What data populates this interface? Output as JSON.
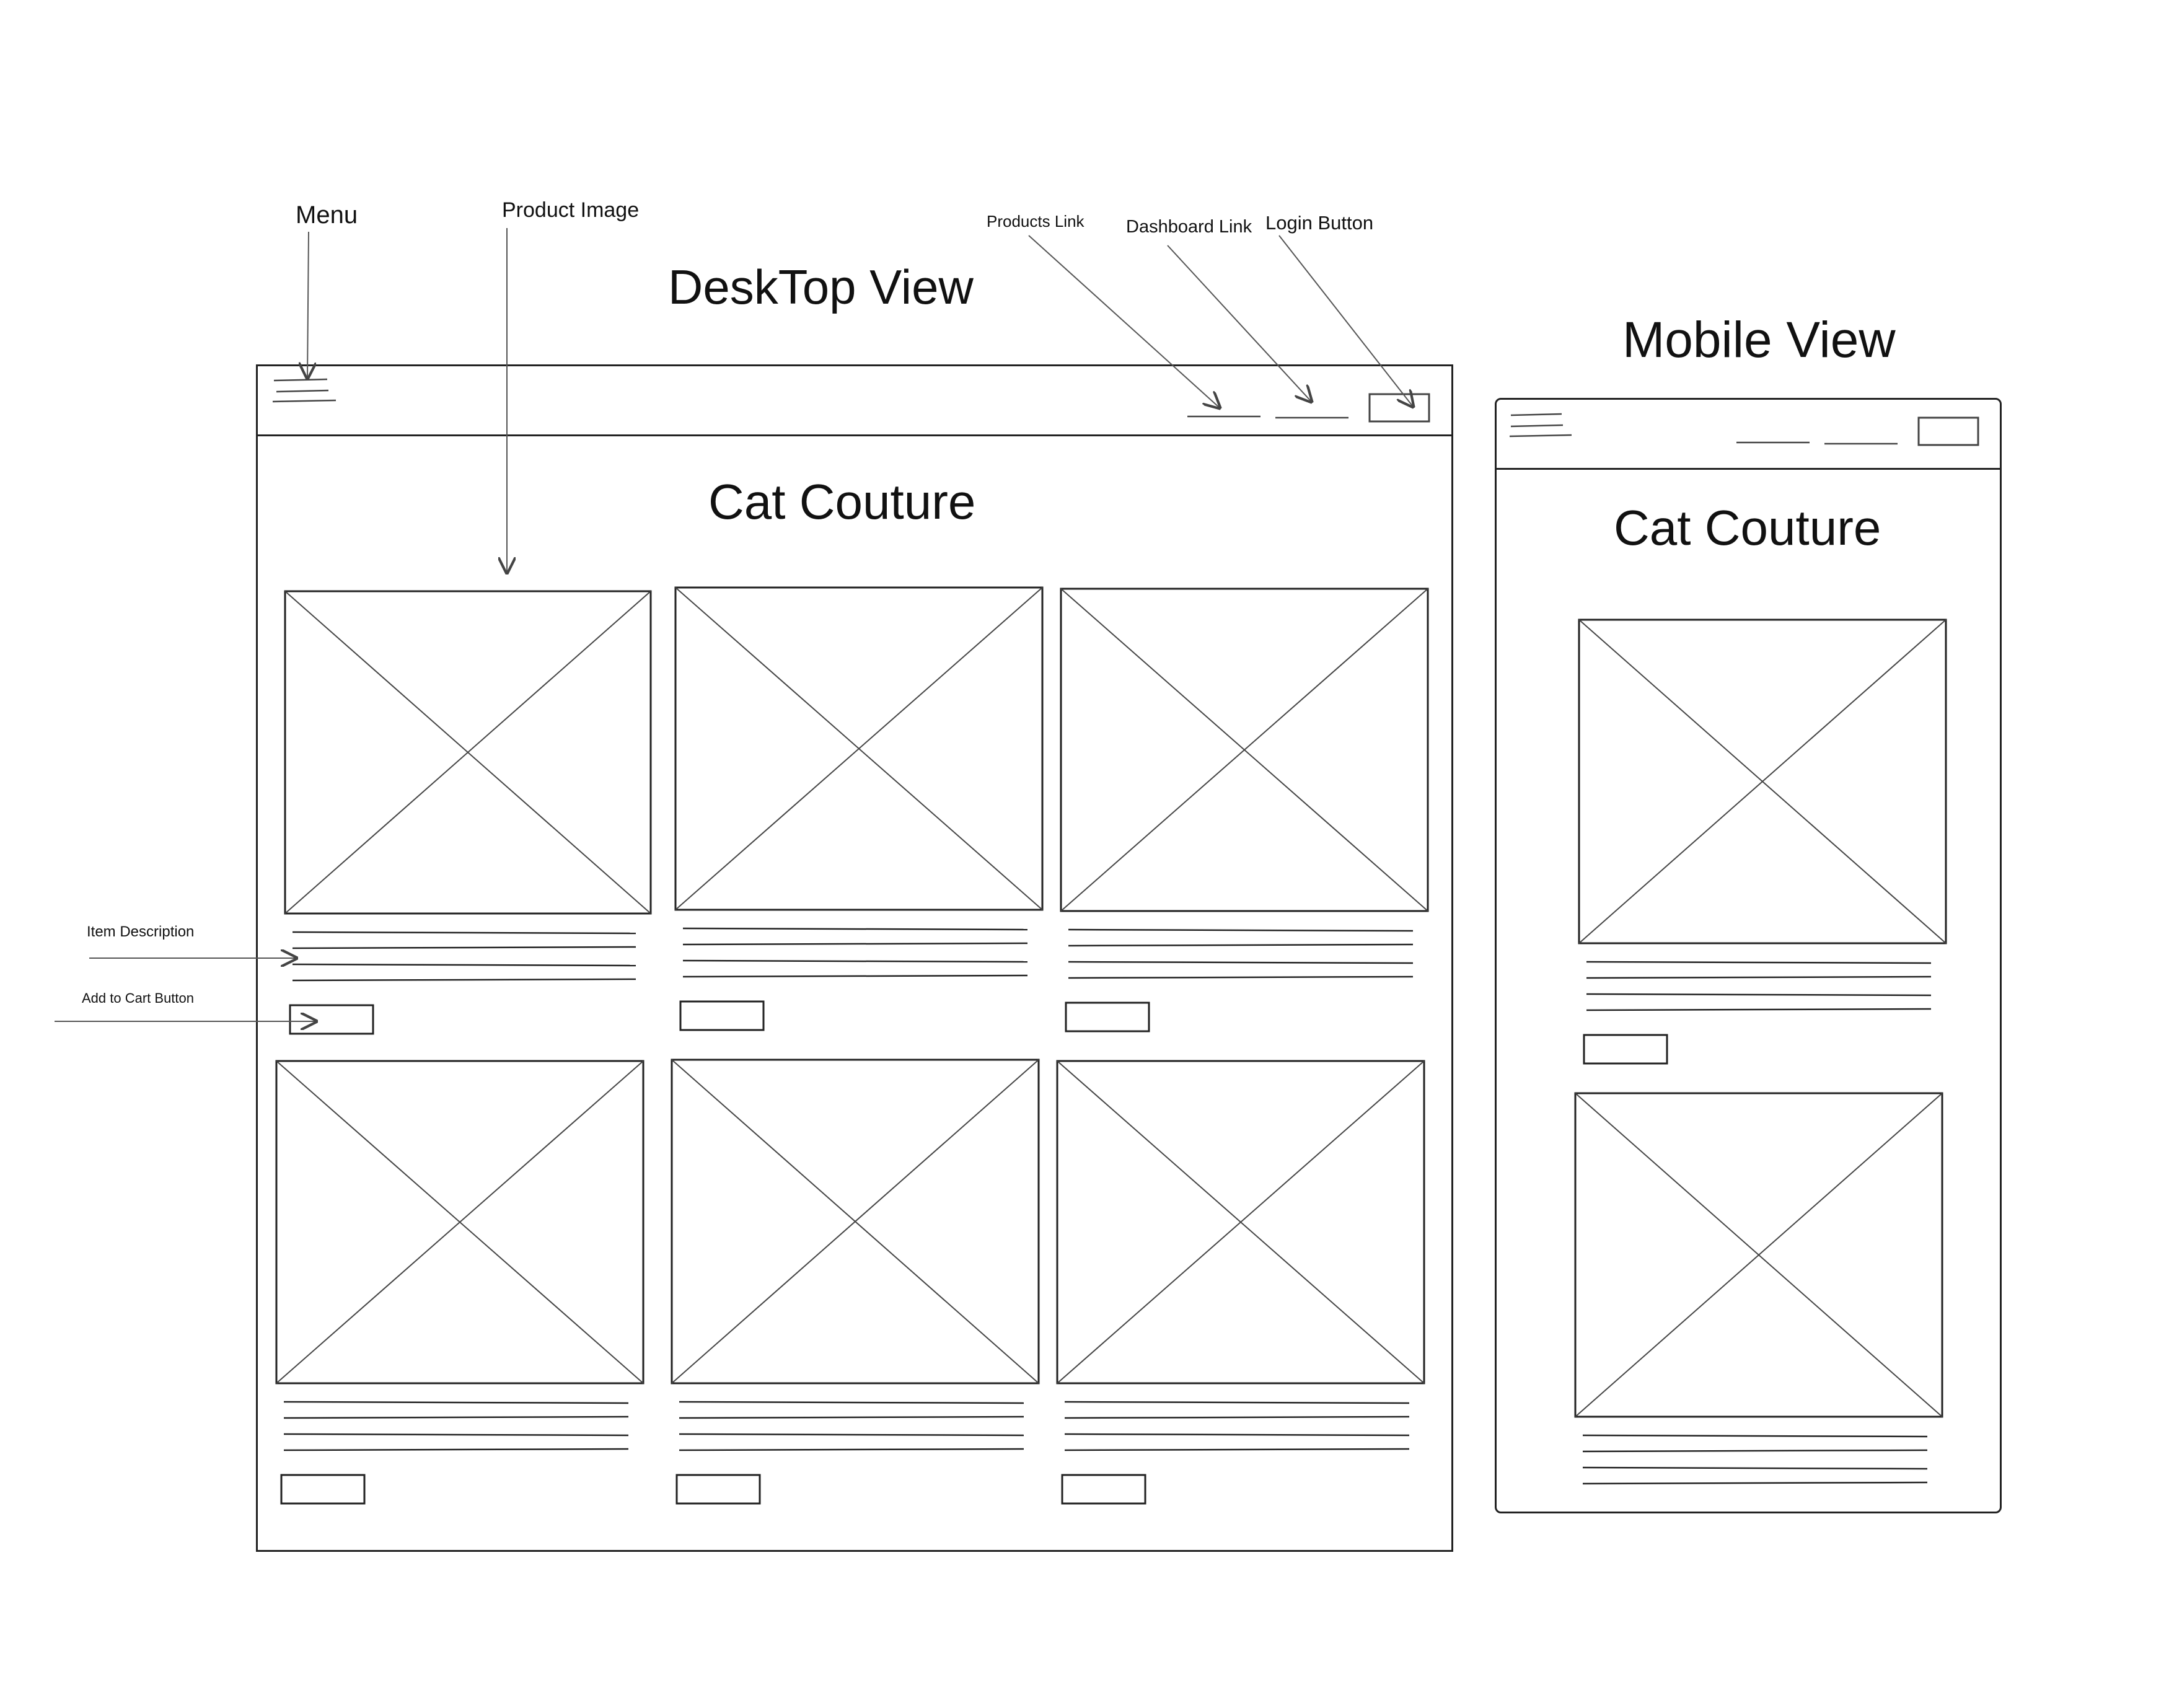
{
  "desktop": {
    "view_label": "DeskTop View",
    "site_title": "Cat Couture"
  },
  "mobile": {
    "view_label": "Mobile View",
    "site_title": "Cat Couture"
  },
  "annotations": {
    "menu": "Menu",
    "product_image": "Product Image",
    "products_link": "Products Link",
    "dashboard_link": "Dashboard Link",
    "login_button": "Login Button",
    "item_description": "Item Description",
    "add_to_cart_button": "Add to Cart Button"
  },
  "colors": {
    "ink": "#222222",
    "thin_ink": "#444444",
    "background": "#ffffff"
  }
}
